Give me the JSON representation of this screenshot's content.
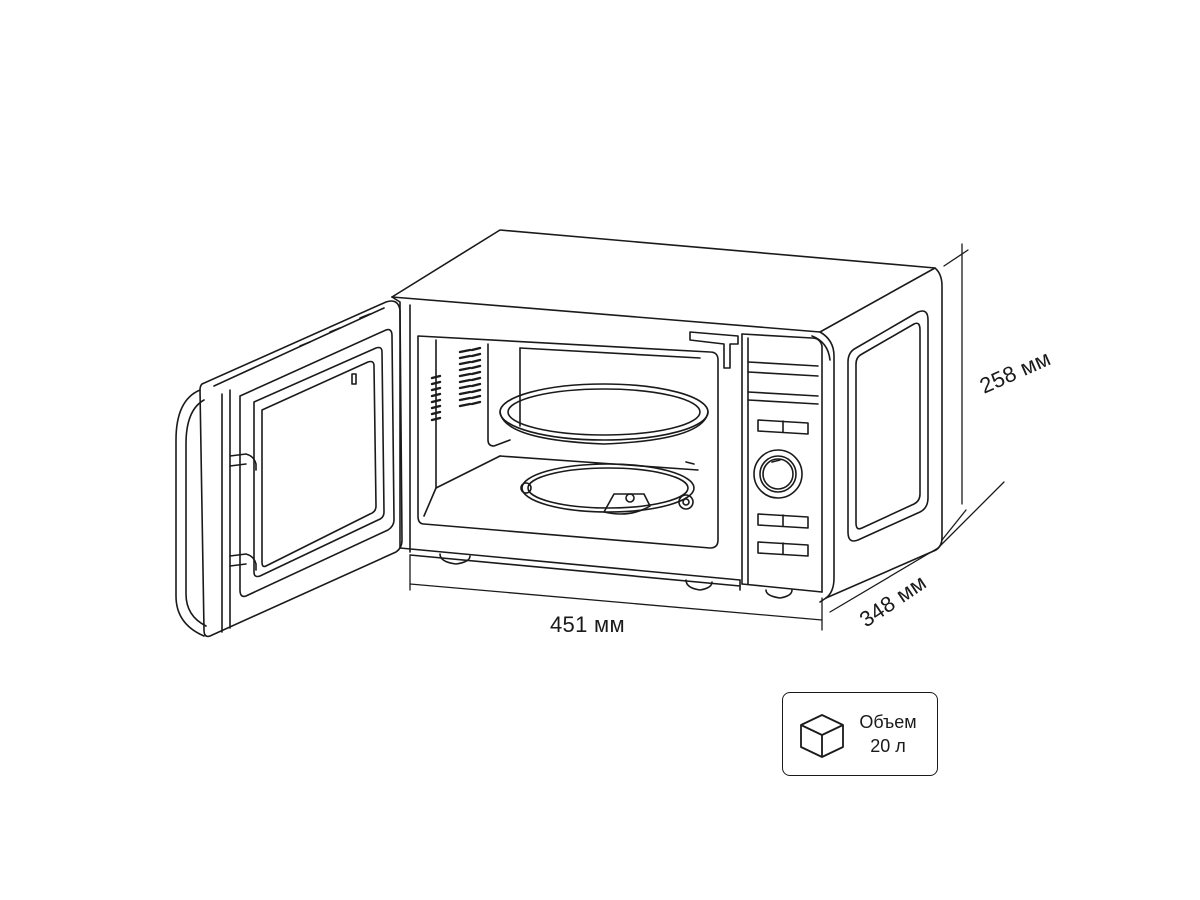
{
  "dimensions": {
    "width": "451 мм",
    "depth": "348 мм",
    "height": "258 мм"
  },
  "volume": {
    "label": "Объем",
    "value": "20 л",
    "icon": "cube-icon"
  }
}
